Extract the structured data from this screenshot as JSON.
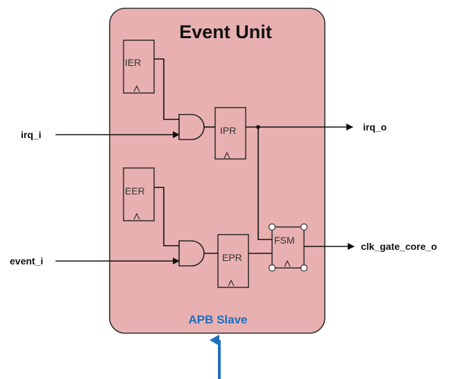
{
  "title": "Event Unit",
  "apb_label": "APB Slave",
  "registers": {
    "ier": "IER",
    "ipr": "IPR",
    "eer": "EER",
    "epr": "EPR",
    "fsm": "FSM"
  },
  "signals": {
    "irq_in": "irq_i",
    "irq_out": "irq_o",
    "event_in": "event_i",
    "clk_gate_out": "clk_gate_core_o"
  },
  "colors": {
    "unit_fill": "#e8b0b0",
    "unit_stroke": "#333333",
    "apb_accent": "#1f6fbf",
    "wire": "#111111"
  }
}
